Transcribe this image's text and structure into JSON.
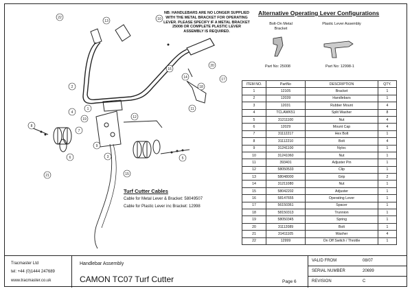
{
  "note": "NB: HANDLEBARS ARE NO LONGER SUPPLIED WITH THE METAL BRACKET FOR OPERATING LEVER. PLEASE SPECIFY IF A METAL BRACKET 25008 OR COMPLETE PLASTIC LEVER ASSEMBLY IS REQUIRED.",
  "alternative": {
    "title": "Alternative Operating Lever Configurations",
    "option1_label": "Bolt-On Metal Bracket",
    "option1_part": "Part No: 25008",
    "option2_label": "Plastic Lever Assembly",
    "option2_part": "Part No: 12998-1"
  },
  "table": {
    "headers": [
      "ITEM NO.",
      "PartNo",
      "DESCRIPTION",
      "QTY."
    ],
    "rows": [
      [
        "1",
        "12105",
        "Bracket",
        "1"
      ],
      [
        "2",
        "12039",
        "Handlebars",
        "1"
      ],
      [
        "3",
        "12031",
        "Rubber Mount",
        "4"
      ],
      [
        "4",
        "TCLAWK51",
        "Split Washer",
        "8"
      ],
      [
        "5",
        "31211100",
        "Nut",
        "4"
      ],
      [
        "6",
        "12029",
        "Mount Cap",
        "4"
      ],
      [
        "7",
        "31112217",
        "Hex Bolt",
        "1"
      ],
      [
        "8",
        "31112210",
        "Bolt",
        "4"
      ],
      [
        "9",
        "31241100",
        "Nyloc",
        "1"
      ],
      [
        "10",
        "31241060",
        "Nut",
        "1"
      ],
      [
        "11",
        "393401",
        "Adjuster Pin",
        "1"
      ],
      [
        "12",
        "58050533",
        "Clip",
        "1"
      ],
      [
        "13",
        "58048000",
        "Grip",
        "2"
      ],
      [
        "14",
        "31211080",
        "Nut",
        "1"
      ],
      [
        "15",
        "58042202",
        "Adjuster",
        "1"
      ],
      [
        "16",
        "58147655",
        "Operating Lever",
        "1"
      ],
      [
        "17",
        "56150361",
        "Spacer",
        "1"
      ],
      [
        "18",
        "58150313",
        "Trunnion",
        "1"
      ],
      [
        "19",
        "58050345",
        "Spring",
        "1"
      ],
      [
        "20",
        "31112089",
        "Bolt",
        "1"
      ],
      [
        "21",
        "31411105",
        "Washer",
        "4"
      ],
      [
        "22",
        "12999",
        "On Off Switch / Throttle",
        "1"
      ]
    ]
  },
  "cables": {
    "title": "Turf Cutter Cables",
    "line1": "Cable for Metal Lever & Bracket: 58049507",
    "line2": "Cable for Plastic Lever inc Bracket: 12998"
  },
  "title_block": {
    "company": "Tracmaster Ltd",
    "tel": "tel: +44 (0)1444 247689",
    "web": "www.tracmaster.co.uk",
    "assembly": "Handlebar Assembly",
    "product": "CAMON TC07 Turf Cutter",
    "page": "Page 6",
    "valid_from_label": "VALID FROM",
    "valid_from": "08/07",
    "serial_label": "SERIAL NUMBER",
    "serial": "20699",
    "revision_label": "REVISION",
    "revision": "C"
  },
  "callouts": [
    "1",
    "2",
    "3",
    "4",
    "5",
    "6",
    "7",
    "8",
    "9",
    "10",
    "11",
    "12",
    "13",
    "14",
    "15",
    "16",
    "17",
    "18",
    "19",
    "20",
    "21",
    "22"
  ]
}
